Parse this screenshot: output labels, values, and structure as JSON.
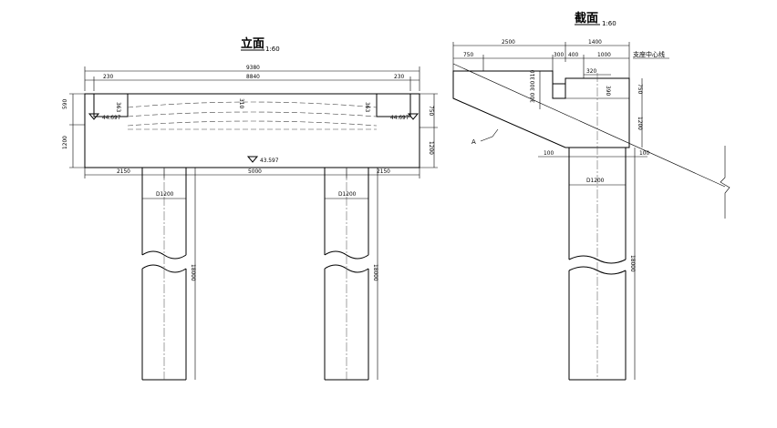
{
  "elevation": {
    "title": "立面",
    "scale": "1:60",
    "dims": {
      "total_width": "9380",
      "inner_width": "8840",
      "left_edge": "230",
      "right_edge": "230",
      "pier_left": "2150",
      "pier_spacing": "5000",
      "pier_right": "2150",
      "cap_height_left": "1200",
      "top_left": "590",
      "cap_height_right": "1200",
      "top_right": "750",
      "notch_left": "363",
      "notch_right": "363",
      "center": "310",
      "pile_dia_left": "D1200",
      "pile_dia_right": "D1200",
      "pile_len_left": "18000",
      "pile_len_right": "18000"
    },
    "elevations": {
      "top_left": "44.697",
      "top_right": "44.697",
      "bottom": "43.597"
    }
  },
  "section": {
    "title": "截面",
    "scale": "1:60",
    "dims": {
      "width_left": "2500",
      "width_right": "1400",
      "d750": "750",
      "d300": "300",
      "d400": "400",
      "d1000": "1000",
      "d320": "320",
      "v300a": "300",
      "v300b": "300",
      "v310": "310",
      "d390": "390",
      "r750": "750",
      "r1200": "1200",
      "off_left": "100",
      "off_right": "100",
      "pile_dia": "D1200",
      "pile_len": "18000"
    },
    "bearing_label": "支座中心线",
    "label_a": "A"
  }
}
